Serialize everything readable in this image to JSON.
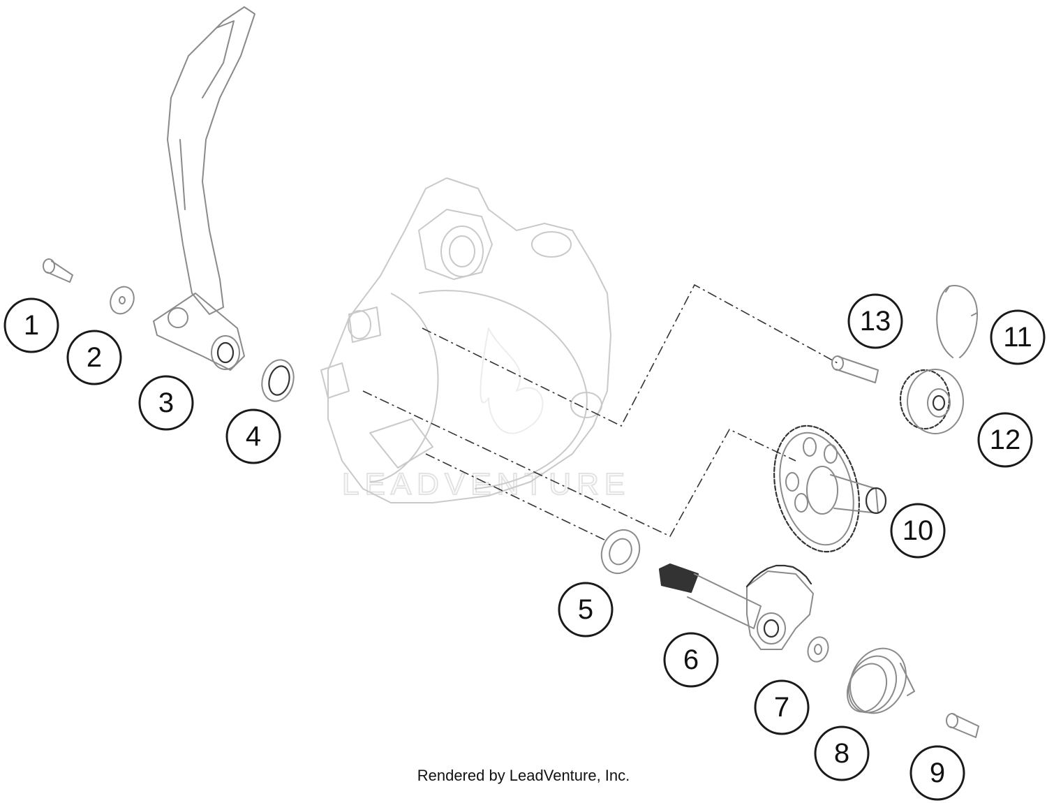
{
  "diagram": {
    "callouts": [
      "1",
      "2",
      "3",
      "4",
      "5",
      "6",
      "7",
      "8",
      "9",
      "10",
      "11",
      "12",
      "13"
    ],
    "watermark": "LEADVENTURE",
    "credit": "Rendered by LeadVenture, Inc."
  }
}
